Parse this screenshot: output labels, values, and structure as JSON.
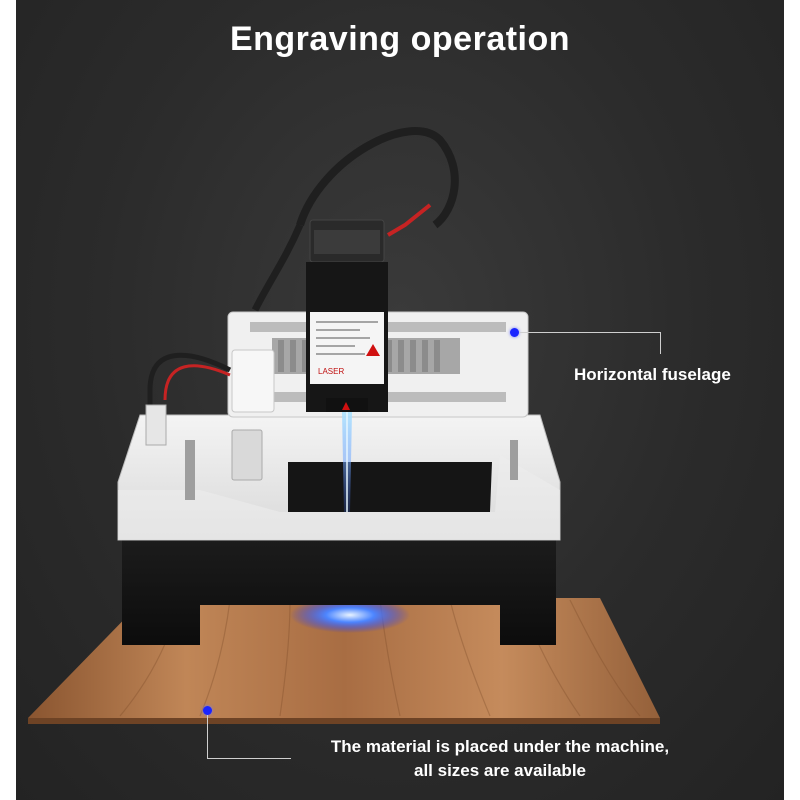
{
  "title": "Engraving operation",
  "callouts": {
    "horizontal": "Horizontal fuselage",
    "material_line1": "The material is placed under the machine,",
    "material_line2": "all sizes are available"
  },
  "laser_module_text": "LASER",
  "colors": {
    "background": "#2b2b2b",
    "callout_dot": "#1a24ff",
    "callout_line": "#cfcfcf",
    "wood": "#b57a4c"
  }
}
